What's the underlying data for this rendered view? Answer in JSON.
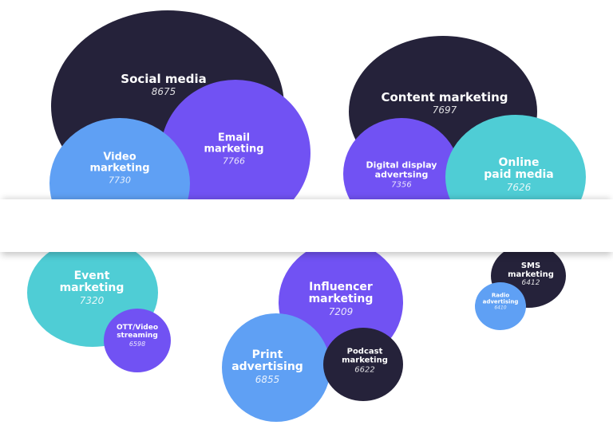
{
  "chart_data": {
    "type": "bubble",
    "colors": {
      "dark": "#25223a",
      "purple": "#7152f3",
      "blue": "#5fa0f4",
      "teal": "#4fcdd5"
    },
    "bubbles": [
      {
        "name": "Social media",
        "value": 8675,
        "color": "#25223a"
      },
      {
        "name": "Email\nmarketing",
        "value": 7766,
        "color": "#7152f3"
      },
      {
        "name": "Video\nmarketing",
        "value": 7730,
        "color": "#5fa0f4"
      },
      {
        "name": "Content marketing",
        "value": 7697,
        "color": "#25223a"
      },
      {
        "name": "Digital display\nadvertsing",
        "value": 7356,
        "color": "#7152f3"
      },
      {
        "name": "Online\npaid media",
        "value": 7626,
        "color": "#4fcdd5"
      },
      {
        "name": "Event\nmarketing",
        "value": 7320,
        "color": "#4fcdd5"
      },
      {
        "name": "OTT/Video\nstreaming",
        "value": 6598,
        "color": "#7152f3"
      },
      {
        "name": "Influencer\nmarketing",
        "value": 7209,
        "color": "#7152f3"
      },
      {
        "name": "Print\nadvertising",
        "value": 6855,
        "color": "#5fa0f4"
      },
      {
        "name": "Podcast\nmarketing",
        "value": 6622,
        "color": "#25223a"
      },
      {
        "name": "SMS\nmarketing",
        "value": 6412,
        "color": "#25223a"
      },
      {
        "name": "Radio\nadvertising",
        "value": 6410,
        "color": "#5fa0f4"
      }
    ]
  }
}
